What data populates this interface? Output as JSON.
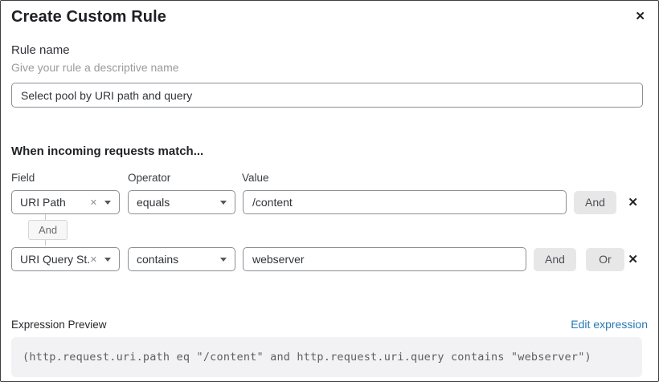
{
  "modal": {
    "title": "Create Custom Rule",
    "close_icon": "✕"
  },
  "rule_name": {
    "label": "Rule name",
    "helper": "Give your rule a descriptive name",
    "value": "Select pool by URI path and query"
  },
  "match": {
    "heading": "When incoming requests match...",
    "columns": {
      "field": "Field",
      "operator": "Operator",
      "value": "Value"
    },
    "conditions": [
      {
        "field": "URI Path",
        "operator": "equals",
        "value": "/content",
        "and_label": "And",
        "delete_icon": "✕",
        "clear_icon": "✕"
      },
      {
        "field": "URI Query St...",
        "operator": "contains",
        "value": "webserver",
        "and_label": "And",
        "or_label": "Or",
        "delete_icon": "✕",
        "clear_icon": "✕"
      }
    ],
    "connector_label": "And"
  },
  "expression": {
    "label": "Expression Preview",
    "edit_link": "Edit expression",
    "code": "(http.request.uri.path eq \"/content\" and http.request.uri.query contains \"webserver\")"
  },
  "colors": {
    "link_blue": "#2779b5",
    "button_gray": "#e7e7e8",
    "input_border": "#8b8f94",
    "code_bg": "#f2f2f4"
  }
}
